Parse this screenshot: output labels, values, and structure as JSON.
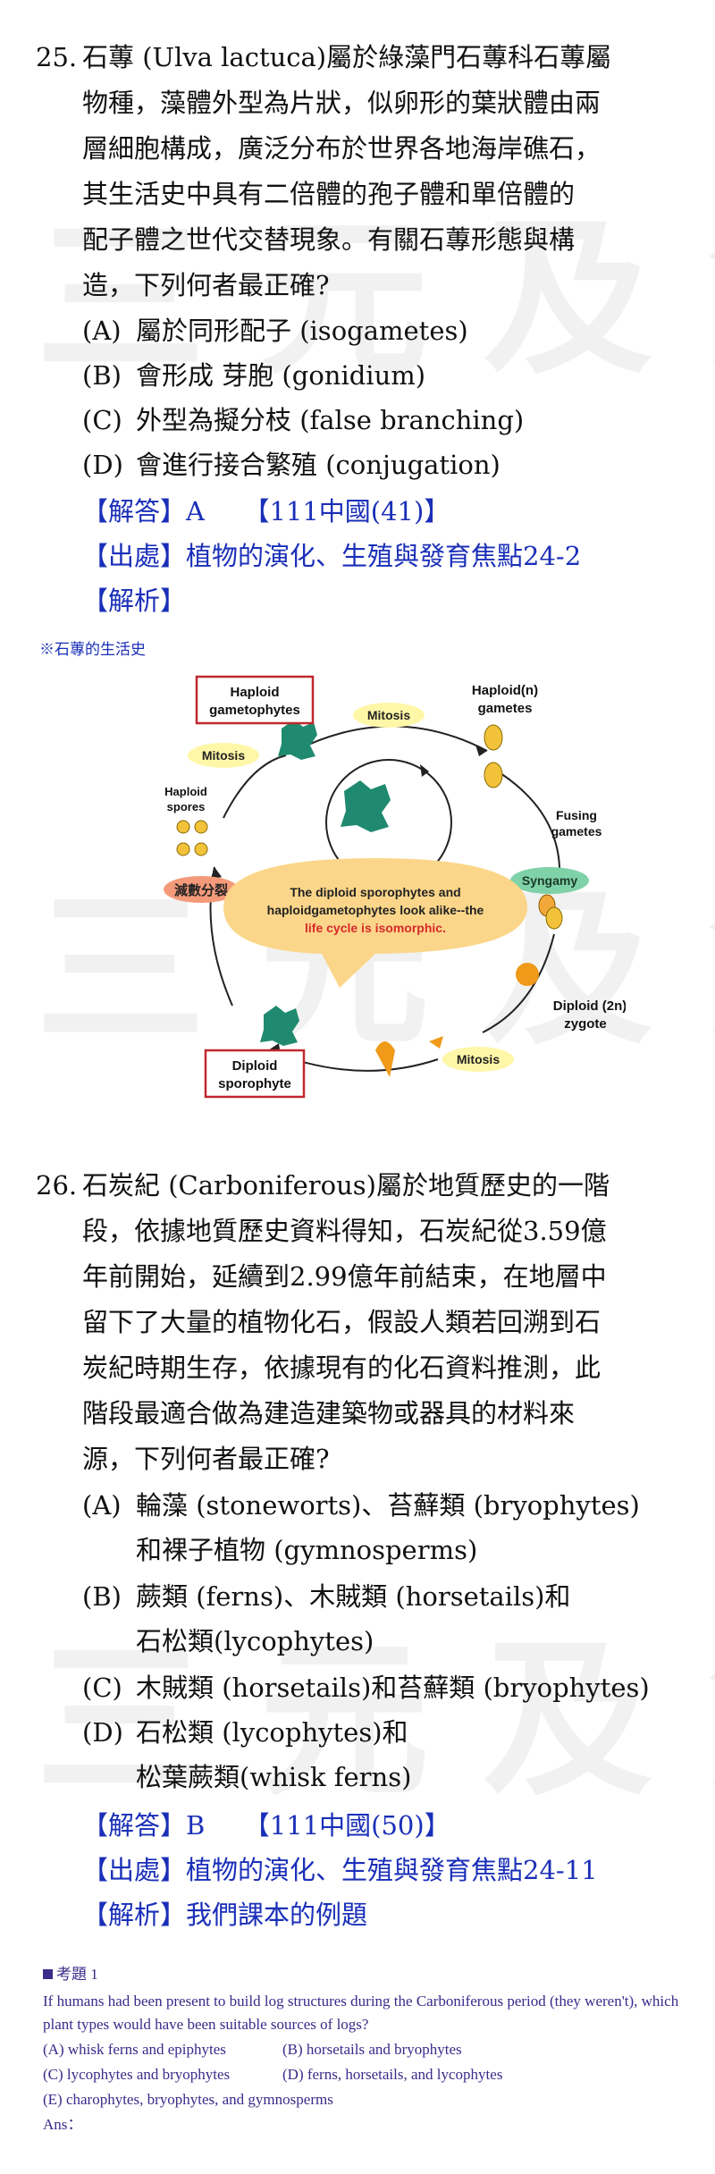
{
  "watermark": "三元及第",
  "q25": {
    "number": "25.",
    "lines": [
      "石蓴 (Ulva lactuca)屬於綠藻門石蓴科石蓴屬",
      "物種，藻體外型為片狀，似卵形的葉狀體由兩",
      "層細胞構成，廣泛分布於世界各地海岸礁石，",
      "其生活史中具有二倍體的孢子體和單倍體的",
      "配子體之世代交替現象。有關石蓴形態與構",
      "造，下列何者最正確?"
    ],
    "options": [
      {
        "label": "(A)",
        "text": "屬於同形配子 (isogametes)"
      },
      {
        "label": "(B)",
        "text": "會形成 芽胞 (gonidium)"
      },
      {
        "label": "(C)",
        "text": "外型為擬分枝 (false branching)"
      },
      {
        "label": "(D)",
        "text": "會進行接合繁殖 (conjugation)"
      }
    ],
    "answer": "【解答】A　　【111中國(41)】",
    "source": "【出處】植物的演化、生殖與發育焦點24-2",
    "explain": "【解析】",
    "note": "※石蓴的生活史"
  },
  "diagram": {
    "haploid_gametophytes": [
      "Haploid",
      "gametophytes"
    ],
    "haploid_gametes": [
      "Haploid(n)",
      "gametes"
    ],
    "mitosis_top": "Mitosis",
    "mitosis_left": "Mitosis",
    "haploid_spores": [
      "Haploid",
      "spores"
    ],
    "fusing_gametes": [
      "Fusing",
      "gametes"
    ],
    "syngamy": "Syngamy",
    "meiosis": "減數分裂",
    "center_text": [
      "The diploid sporophytes and",
      "haploidgametophytes look alike--the"
    ],
    "center_red": "life cycle is isomorphic.",
    "diploid_zygote": [
      "Diploid (2n)",
      "zygote"
    ],
    "mitosis_bottom": "Mitosis",
    "diploid_sporophyte": [
      "Diploid",
      "sporophyte"
    ]
  },
  "q26": {
    "number": "26.",
    "lines": [
      "石炭紀 (Carboniferous)屬於地質歷史的一階",
      "段，依據地質歷史資料得知，石炭紀從3.59億",
      "年前開始，延續到2.99億年前結束，在地層中",
      "留下了大量的植物化石，假設人類若回溯到石",
      "炭紀時期生存，依據現有的化石資料推測，此",
      "階段最適合做為建造建築物或器具的材料來",
      "源，下列何者最正確?"
    ],
    "options": [
      {
        "label": "(A)",
        "text": [
          "輪藻 (stoneworts)、苔蘚類 (bryophytes)",
          "和裸子植物 (gymnosperms)"
        ]
      },
      {
        "label": "(B)",
        "text": [
          "蕨類 (ferns)、木賊類 (horsetails)和",
          "石松類(lycophytes)"
        ]
      },
      {
        "label": "(C)",
        "text": [
          "木賊類 (horsetails)和苔蘚類 (bryophytes)"
        ]
      },
      {
        "label": "(D)",
        "text": [
          "石松類 (lycophytes)和",
          "松葉蕨類(whisk ferns)"
        ]
      }
    ],
    "answer": "【解答】B　　【111中國(50)】",
    "source": "【出處】植物的演化、生殖與發育焦點24-11",
    "explain": "【解析】我們課本的例題"
  },
  "textbook": {
    "heading": "考題 1",
    "lines": [
      "If humans had been present to build log structures during the Carboniferous period (they weren't), which",
      "plant types would have been suitable sources of logs?"
    ],
    "opt_a": "(A) whisk ferns and epiphytes",
    "opt_b": "(B) horsetails and bryophytes",
    "opt_c": "(C) lycophytes and bryophytes",
    "opt_d": "(D) ferns, horsetails, and lycophytes",
    "opt_e": "(E) charophytes, bryophytes, and gymnosperms",
    "ans": "Ans："
  }
}
